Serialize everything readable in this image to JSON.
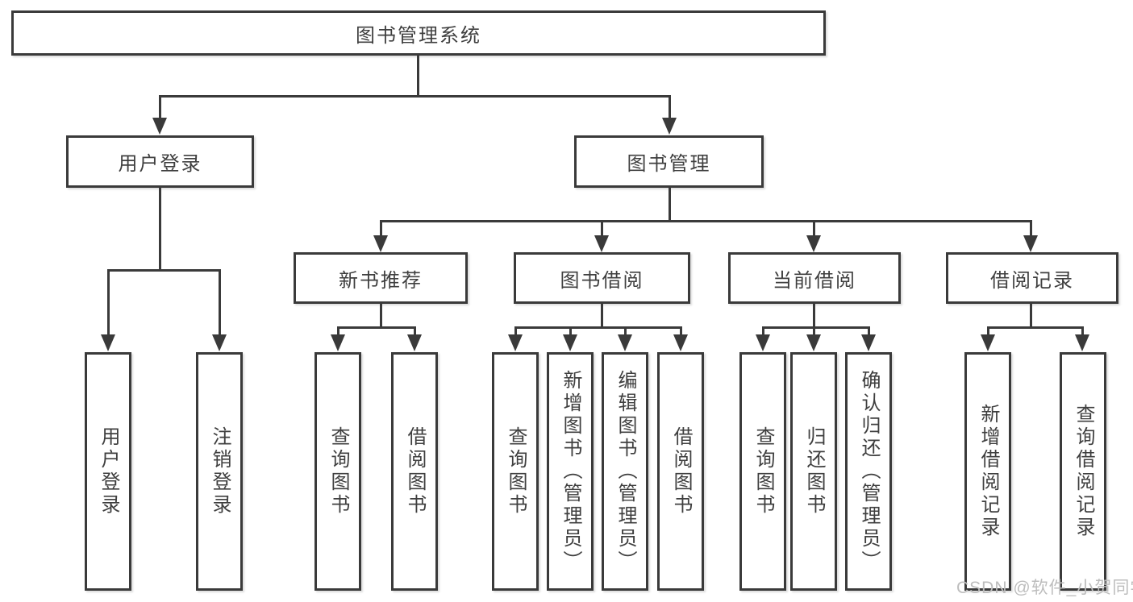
{
  "diagram": {
    "root": {
      "label": "图书管理系统"
    },
    "branches": [
      {
        "label": "用户登录",
        "leaves": [
          "用户登录",
          "注销登录"
        ]
      },
      {
        "label": "图书管理",
        "children": [
          {
            "label": "新书推荐",
            "leaves": [
              "查询图书",
              "借阅图书"
            ]
          },
          {
            "label": "图书借阅",
            "leaves": [
              "查询图书",
              "新增图书（管理员）",
              "编辑图书（管理员）",
              "借阅图书"
            ]
          },
          {
            "label": "当前借阅",
            "leaves": [
              "查询图书",
              "归还图书",
              "确认归还（管理员）"
            ]
          },
          {
            "label": "借阅记录",
            "leaves": [
              "新增借阅记录",
              "查询借阅记录"
            ]
          }
        ]
      }
    ]
  },
  "watermark": "CSDN @软件_小贺同学",
  "colors": {
    "line": "#3a3a3a",
    "text": "#3f3f3f",
    "watermark": "#bdbdbd",
    "box_background": "#ffffff"
  }
}
